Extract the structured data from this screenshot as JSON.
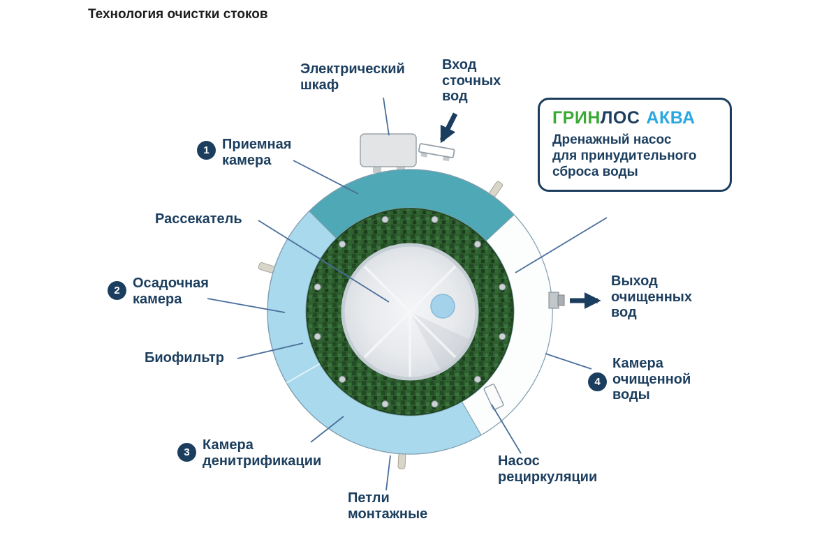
{
  "title": "Технология очистки стоков",
  "brand": {
    "part_green": "ГРИН",
    "part_navy": "ЛОС",
    "part_blue": "АКВА",
    "description": "Дренажный насос\nдля принудительного\nсброса воды"
  },
  "callouts": {
    "electrical_cabinet": "Электрический\nшкаф",
    "inlet": "Вход\nсточных\nвод",
    "receiving_chamber": {
      "number": "1",
      "label": "Приемная\nкамера"
    },
    "diffuser": "Рассекатель",
    "sedimentation_chamber": {
      "number": "2",
      "label": "Осадочная\nкамера"
    },
    "biofilter": "Биофильтр",
    "denitrification_chamber": {
      "number": "3",
      "label": "Камера\nденитрификации"
    },
    "mounting_loops": "Петли\nмонтажные",
    "recirculation_pump": "Насос\nрециркуляции",
    "outlet": "Выход\nочищенных\nвод",
    "clean_water_chamber": {
      "number": "4",
      "label": "Камера\nочищенной\nводы"
    }
  },
  "colors": {
    "navy": "#1C3E5E",
    "line": "#4A6E9B",
    "teal_segment": "#4FA8B5",
    "light_blue_segment": "#A9D9ED",
    "white_segment": "#FCFDFD",
    "green_ring": "#2E5F2F",
    "brand_green": "#3BAA35",
    "brand_blue": "#2BA8E0"
  }
}
